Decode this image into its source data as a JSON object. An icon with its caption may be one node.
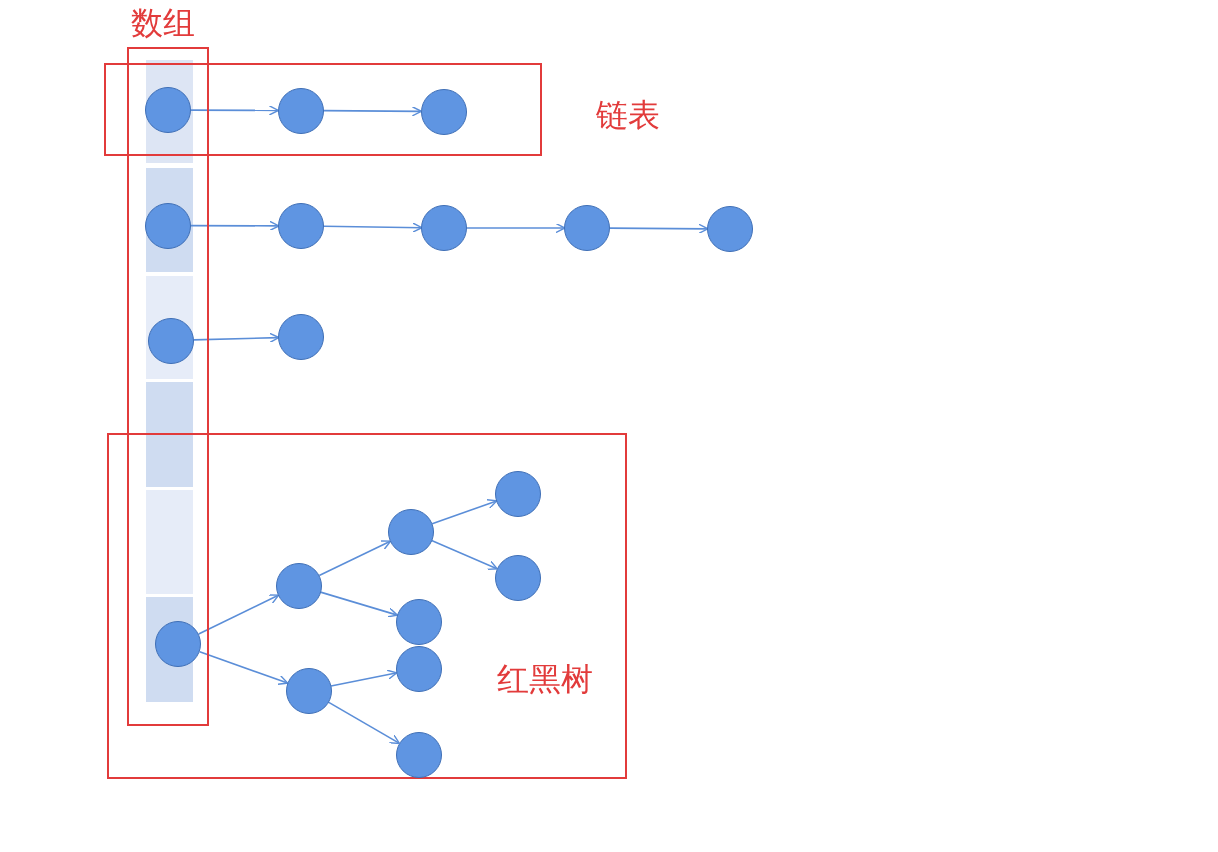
{
  "diagram": {
    "nodes": [
      {
        "text": [
          "数组"
        ]
      },
      {
        "text": [
          "链表"
        ]
      },
      {
        "text": [
          "红黑树"
        ]
      },
      {
        "text": [],
        "shape": "circle"
      },
      {
        "text": [],
        "shape": "circle",
        "in": 1
      },
      {
        "text": [],
        "shape": "circle",
        "in": 1
      },
      {
        "text": [],
        "shape": "circle",
        "in": 0
      },
      {
        "text": [],
        "shape": "circle"
      },
      {
        "text": [],
        "shape": "circle"
      },
      {
        "text": [],
        "shape": "circle"
      },
      {
        "text": [],
        "shape": "circle"
      },
      {
        "text": [],
        "shape": "circle",
        "in": 0
      },
      {
        "text": [],
        "shape": "circle"
      },
      {
        "text": [],
        "shape": "circle"
      },
      {
        "text": [],
        "shape": "circle",
        "in": 2
      },
      {
        "text": [],
        "shape": "circle",
        "in": 2
      },
      {
        "text": [],
        "shape": "circle",
        "in": 2
      },
      {
        "text": [],
        "shape": "circle",
        "in": 2
      },
      {
        "text": [],
        "shape": "circle",
        "in": 2
      },
      {
        "text": [],
        "shape": "circle",
        "in": 2
      },
      {
        "text": [],
        "shape": "circle",
        "in": 2
      },
      {
        "text": [],
        "shape": "circle",
        "in": 2
      }
    ],
    "edges": [
      {
        "from": 3,
        "to": 4,
        "arrow": "to"
      },
      {
        "from": 4,
        "to": 5,
        "arrow": "to"
      },
      {
        "from": 6,
        "to": 7,
        "arrow": "to"
      },
      {
        "from": 7,
        "to": 8,
        "arrow": "to"
      },
      {
        "from": 8,
        "to": 9,
        "arrow": "to"
      },
      {
        "from": 9,
        "to": 10,
        "arrow": "to"
      },
      {
        "from": 11,
        "to": 12,
        "arrow": "to"
      },
      {
        "from": 13,
        "to": 14,
        "arrow": "to"
      },
      {
        "from": 13,
        "to": 15,
        "arrow": "to"
      },
      {
        "from": 14,
        "to": 16,
        "arrow": "to"
      },
      {
        "from": 14,
        "to": 17,
        "arrow": "to"
      },
      {
        "from": 15,
        "to": 18,
        "arrow": "to"
      },
      {
        "from": 15,
        "to": 19,
        "arrow": "to"
      },
      {
        "from": 16,
        "to": 20,
        "arrow": "to"
      },
      {
        "from": 16,
        "to": 21,
        "arrow": "to"
      }
    ]
  }
}
